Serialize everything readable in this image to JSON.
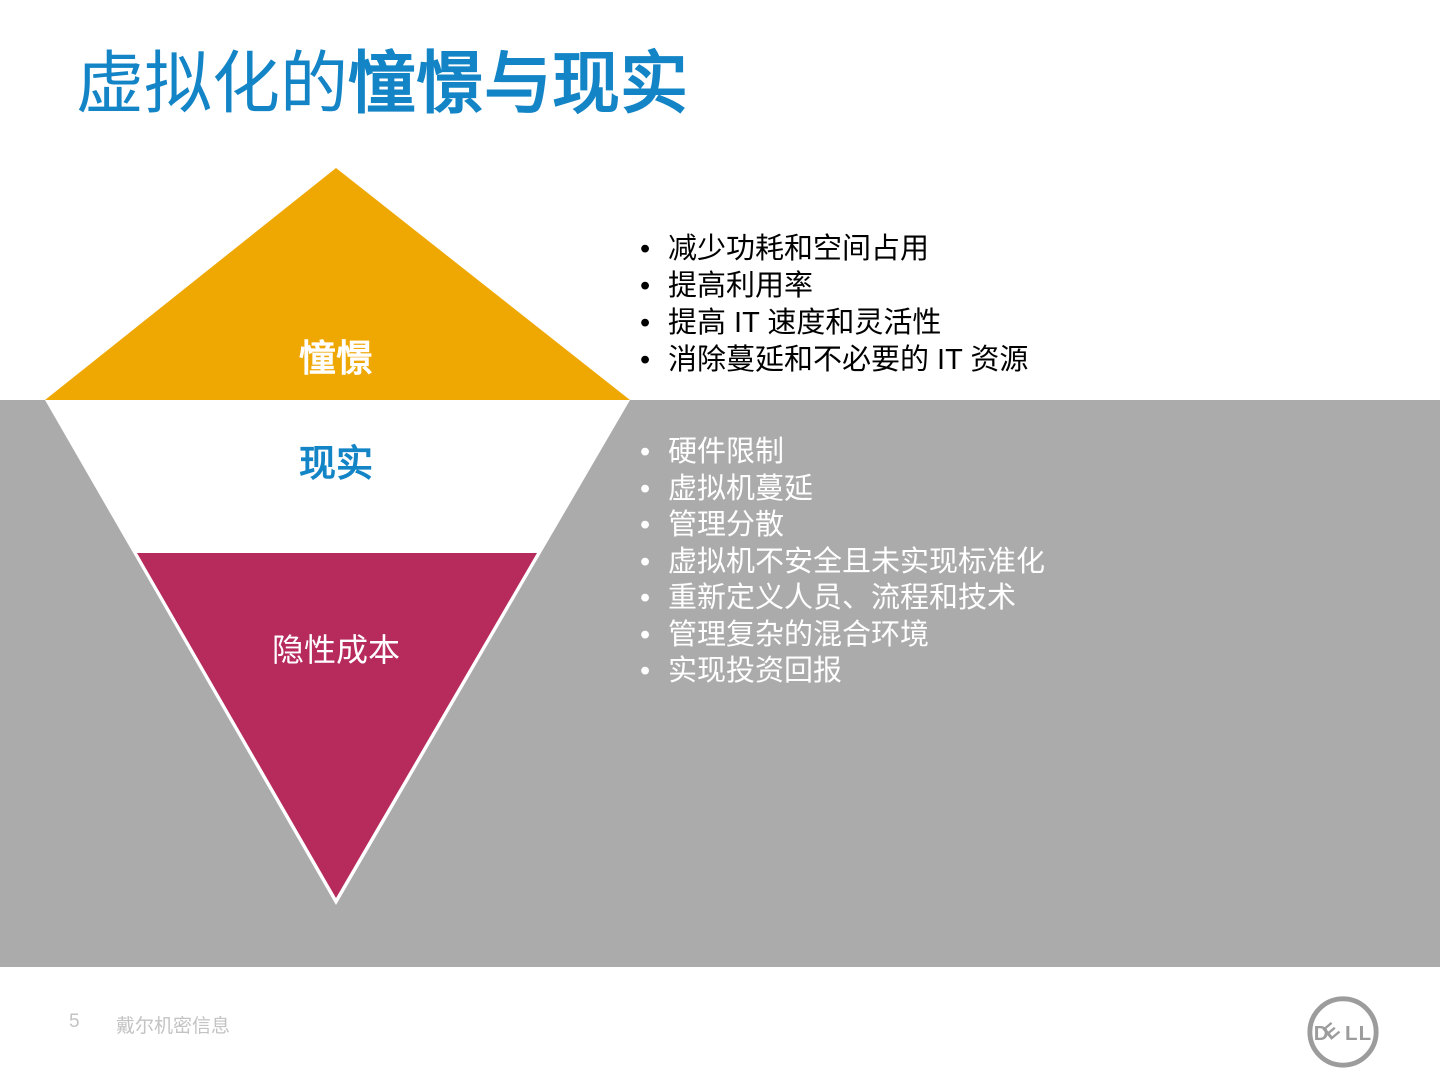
{
  "title": {
    "regular": "虚拟化的",
    "bold": "憧憬与现实"
  },
  "pyramid": {
    "vision_label": "憧憬",
    "reality_label": "现实",
    "hidden_costs_label": "隐性成本"
  },
  "vision_bullets": {
    "items": [
      "减少功耗和空间占用",
      "提高利用率",
      "提高 IT 速度和灵活性",
      "消除蔓延和不必要的 IT 资源"
    ]
  },
  "reality_bullets": {
    "items": [
      "硬件限制",
      "虚拟机蔓延",
      "管理分散",
      "虚拟机不安全且未实现标准化",
      "重新定义人员、流程和技术",
      "管理复杂的混合环境",
      "实现投资回报"
    ]
  },
  "footer": {
    "page_number": "5",
    "confidential_label": "戴尔机密信息",
    "logo_letters": [
      "D",
      "E",
      "L",
      "L"
    ]
  },
  "colors": {
    "title_blue": "#1384C6",
    "vision_orange": "#EFA702",
    "hidden_costs_magenta": "#B62A5C",
    "background_gray": "#ABABAB",
    "footer_text_gray": "#C3C3C3",
    "logo_gray": "#9C9C9C"
  }
}
